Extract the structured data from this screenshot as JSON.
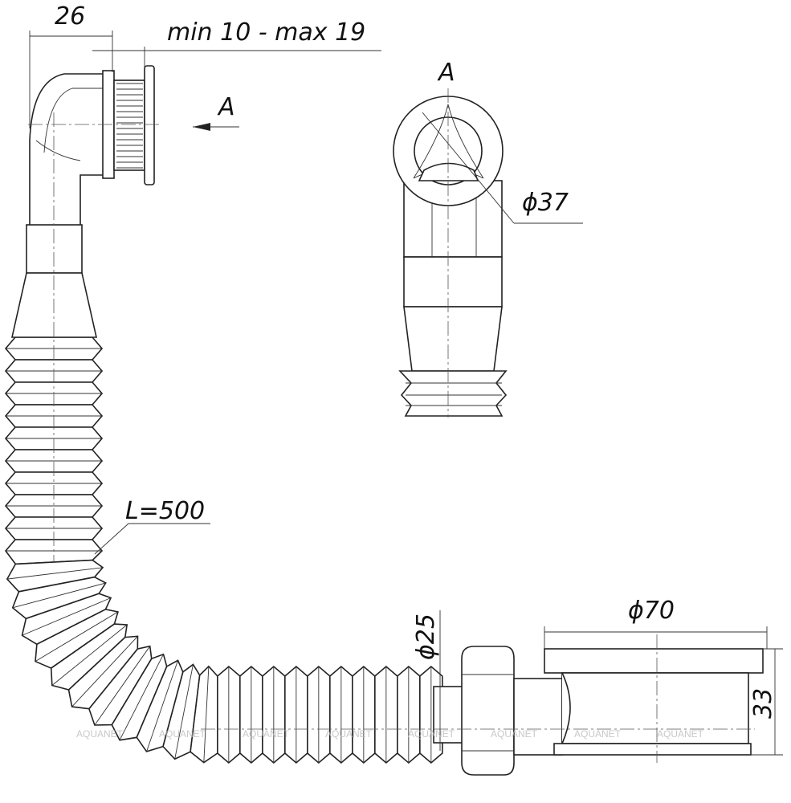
{
  "dimensions": {
    "width_26": "26",
    "clamp_range": "min 10 - max 19",
    "view_arrow_label": "A",
    "view_title": "A",
    "outlet_diameter": "ϕ37",
    "hose_length": "L=500",
    "pipe_diameter": "ϕ25",
    "drain_diameter": "ϕ70",
    "drain_height": "33"
  },
  "watermark": {
    "text": "AQUANET",
    "items": [
      "AQUANET",
      "AQUANET",
      "AQUANET",
      "AQUANET",
      "AQUANET",
      "AQUANET",
      "AQUANET",
      "AQUANET"
    ]
  },
  "colors": {
    "line": "#222222",
    "background": "#ffffff",
    "watermark": "#bbbbbb"
  }
}
